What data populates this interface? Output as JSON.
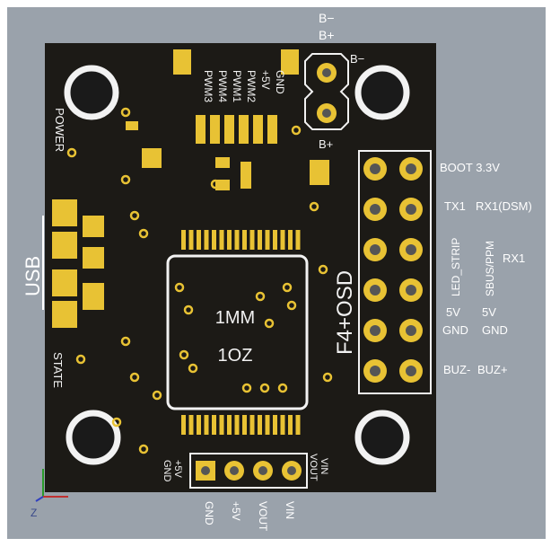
{
  "board": {
    "title": "F4+OSD",
    "copper_label_1": "1MM",
    "copper_label_2": "1OZ",
    "power_label": "POWER",
    "usb_label": "USB",
    "state_label": "STATE",
    "pwm_labels": [
      "PWM3",
      "PWM4",
      "PWM1",
      "PWM2",
      "+5V",
      "GND"
    ],
    "battery_top": [
      "B−",
      "B+"
    ],
    "battery_pad_minus": "B−",
    "battery_pad_plus": "B+",
    "right_labels": {
      "boot": "BOOT 3.3V",
      "tx1": "TX1",
      "rx1_dsm": "RX1(DSM)",
      "led_strip": "LED_STRIP",
      "sbus_ppm": "SBUS/PPM",
      "rx1": "RX1",
      "v5_left": "5V",
      "v5_right": "5V",
      "gnd_left": "GND",
      "gnd_right": "GND",
      "buz_minus": "BUZ-",
      "buz_plus": "BUZ+"
    },
    "bottom_header_inner": [
      "+5V",
      "GND",
      "VIN",
      "VOUT"
    ],
    "bottom_labels": [
      "GND",
      "+5V",
      "VOUT",
      "VIN"
    ],
    "axis_label": "Z"
  },
  "colors": {
    "background": "#9aa2ab",
    "board": "#1c1a16",
    "gold": "#e8c234",
    "silk": "#f2f2f2"
  }
}
